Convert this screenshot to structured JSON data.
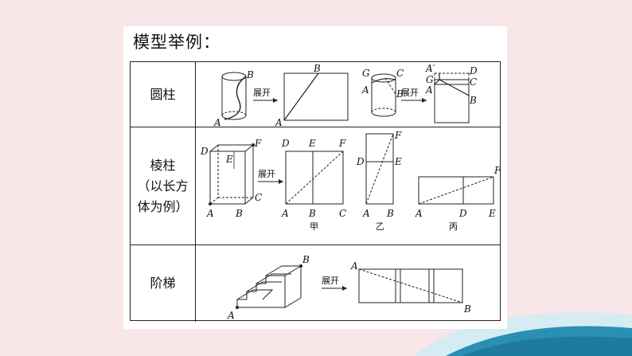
{
  "title": "模型举例：",
  "rows": [
    {
      "label": "圆柱"
    },
    {
      "label": "棱柱\n（以长方\n体为例）"
    },
    {
      "label": "阶梯"
    }
  ],
  "unfold": "展开",
  "pts": {
    "A": "A",
    "B": "B",
    "C": "C",
    "D": "D",
    "E": "E",
    "F": "F",
    "G": "G",
    "Aprime": "A′"
  },
  "captions": {
    "jia": "甲",
    "yi": "乙",
    "bing": "丙"
  }
}
